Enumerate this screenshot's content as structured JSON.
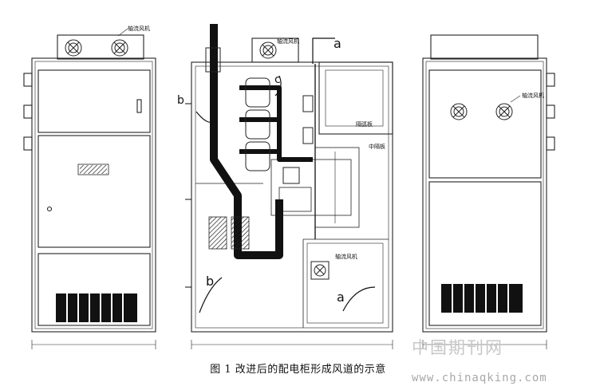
{
  "figure": {
    "caption": "图 1 改进后的配电柜形成风道的示意",
    "labels": {
      "left_fan": "轴流风机",
      "top_fan": "轴流风机",
      "right_fan": "轴流风机",
      "bottom_fan": "轴流风机",
      "partition": "隔弧板",
      "middle_plate": "中隔板",
      "flow_a_top": "a",
      "flow_a_bottom": "a",
      "flow_b_top": "b",
      "flow_b_bottom": "b",
      "flow_c": "c"
    }
  },
  "watermark": {
    "site_cn": "中国期刊网",
    "url": "www.chinaqking.com"
  }
}
